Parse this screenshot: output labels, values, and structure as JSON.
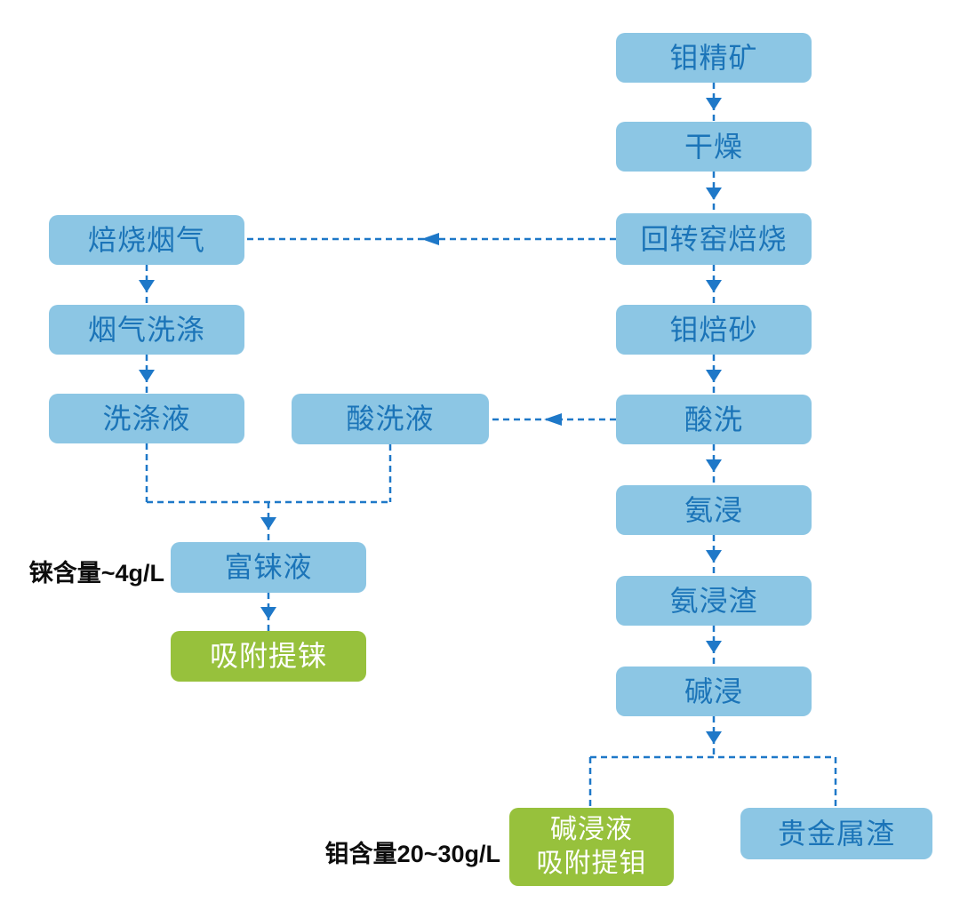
{
  "colors": {
    "box_blue": "#8cc6e4",
    "box_green": "#97c13c",
    "text_blue": "#1b74b8",
    "arrow_blue": "#1e78c8",
    "label_black": "#0d0d0d",
    "text_white": "#ffffff",
    "bg": "#ffffff"
  },
  "diagram_type": "process-flowchart",
  "nodes": {
    "mo_concentrate": {
      "label": "钼精矿"
    },
    "drying": {
      "label": "干燥"
    },
    "rotary_kiln_roasting": {
      "label": "回转窑焙烧"
    },
    "mo_calcine": {
      "label": "钼焙砂"
    },
    "acid_washing": {
      "label": "酸洗"
    },
    "ammonia_leaching": {
      "label": "氨浸"
    },
    "ammonia_leach_residue": {
      "label": "氨浸渣"
    },
    "alkali_leaching": {
      "label": "碱浸"
    },
    "alkali_leachate_mo_adsorption": {
      "label_line1": "碱浸液",
      "label_line2": "吸附提钼"
    },
    "precious_metal_residue": {
      "label": "贵金属渣"
    },
    "roasting_flue_gas": {
      "label": "焙烧烟气"
    },
    "flue_gas_scrubbing": {
      "label": "烟气洗涤"
    },
    "scrubbing_liquid": {
      "label": "洗涤液"
    },
    "acid_wash_liquid": {
      "label": "酸洗液"
    },
    "re_rich_liquid": {
      "label": "富铼液"
    },
    "re_adsorption": {
      "label": "吸附提铼"
    }
  },
  "annotations": {
    "re_content": "铼含量~4g/L",
    "mo_content": "钼含量20~30g/L"
  },
  "edges": [
    "钼精矿→干燥",
    "干燥→回转窑焙烧",
    "回转窑焙烧→钼焙砂",
    "回转窑焙烧→焙烧烟气",
    "钼焙砂→酸洗",
    "酸洗→氨浸",
    "酸洗→酸洗液",
    "氨浸→氨浸渣",
    "氨浸渣→碱浸",
    "碱浸→碱浸液吸附提钼",
    "碱浸→贵金属渣",
    "焙烧烟气→烟气洗涤",
    "烟气洗涤→洗涤液",
    "洗涤液→富铼液",
    "酸洗液→富铼液",
    "富铼液→吸附提铼"
  ]
}
